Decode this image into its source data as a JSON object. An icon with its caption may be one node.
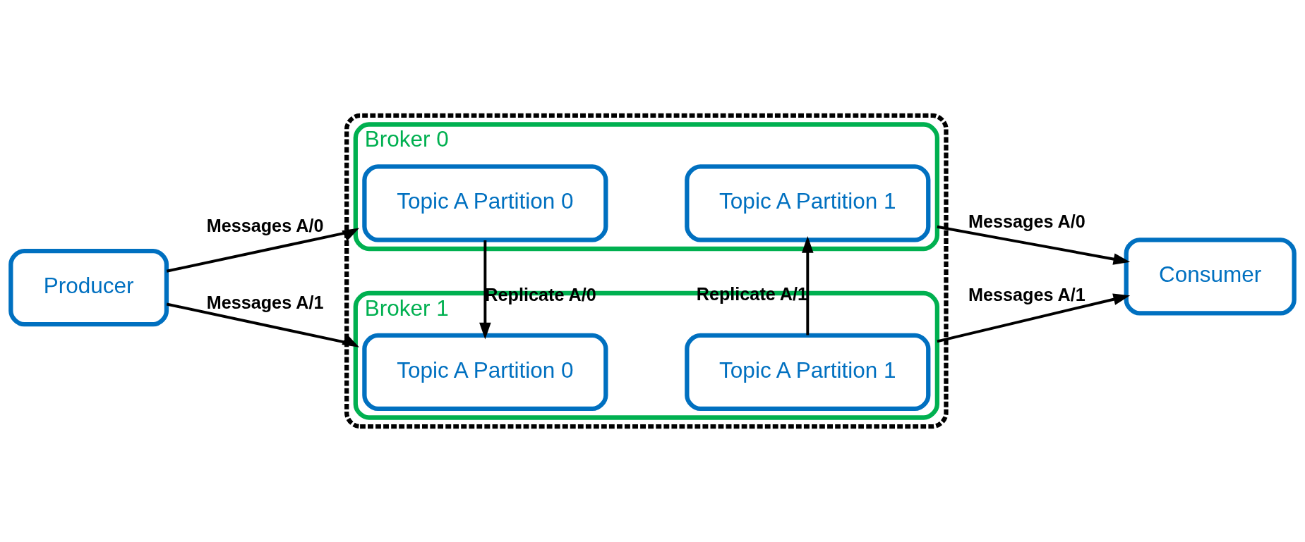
{
  "diagram": {
    "nodes": [
      {
        "text": [
          "Producer"
        ]
      },
      {
        "text": [],
        "shape": "box"
      },
      {
        "text": [
          "Broker 0"
        ],
        "in": 1
      },
      {
        "text": [
          "Topic A Partition 0"
        ],
        "in": 2
      },
      {
        "text": [
          "Topic A Partition 1"
        ],
        "in": 2
      },
      {
        "text": [
          "Broker 1"
        ],
        "in": 1
      },
      {
        "text": [
          "Topic A Partition 0"
        ],
        "in": 5
      },
      {
        "text": [
          "Topic A Partition 1"
        ],
        "in": 5
      },
      {
        "text": [
          "Consumer"
        ]
      }
    ],
    "edges": [
      {
        "from": 0,
        "to": 2,
        "arrow": "to",
        "label": "Messages A/0"
      },
      {
        "from": 0,
        "to": 5,
        "arrow": "to",
        "label": "Messages A/1"
      },
      {
        "from": 3,
        "to": 6,
        "arrow": "to",
        "label": "Replicate A/0"
      },
      {
        "from": 7,
        "to": 4,
        "arrow": "to",
        "label": "Replicate A/1"
      },
      {
        "from": 2,
        "to": 8,
        "arrow": "to",
        "label": "Messages A/0"
      },
      {
        "from": 5,
        "to": 8,
        "arrow": "to",
        "label": "Messages A/1"
      }
    ]
  }
}
